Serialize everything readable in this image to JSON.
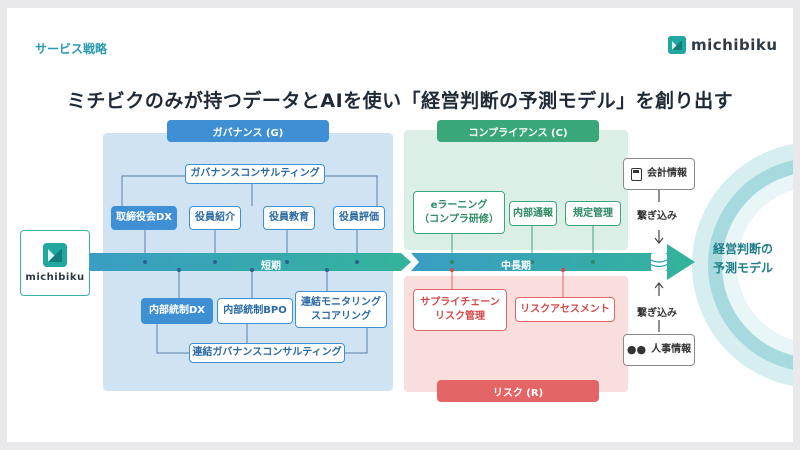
{
  "section_label": "サービス戦略",
  "brand": {
    "name": "michibiku"
  },
  "headline": "ミチビクのみが持つデータとAIを使い「経営判断の予測モデル」を創り出す",
  "governance": {
    "title": "ガバナンス (G)",
    "consulting": "ガバナンスコンサルティング",
    "top_items": [
      "取締役会DX",
      "役員紹介",
      "役員教育",
      "役員評価"
    ],
    "bottom_items": [
      "内部統制DX",
      "内部統制BPO",
      "連結モニタリング\nスコアリング"
    ],
    "group_consulting": "連結ガバナンスコンサルティング"
  },
  "compliance": {
    "title": "コンプライアンス (C)",
    "items": [
      "eラーニング\n（コンプラ研修）",
      "内部通報",
      "規定管理"
    ]
  },
  "risk": {
    "title": "リスク (R)",
    "items": [
      "サプライチェーン\nリスク管理",
      "リスクアセスメント"
    ]
  },
  "timeline": {
    "short_term": "短期",
    "mid_long_term": "中長期"
  },
  "sources": {
    "accounting": "会計情報",
    "hr": "人事情報",
    "link_label": "繋ぎ込み"
  },
  "goal": "経営判断の\n予測モデル",
  "colors": {
    "governance": "#3f8fd4",
    "compliance": "#3aa77a",
    "risk": "#e46565",
    "accent": "#2a9bb0"
  }
}
